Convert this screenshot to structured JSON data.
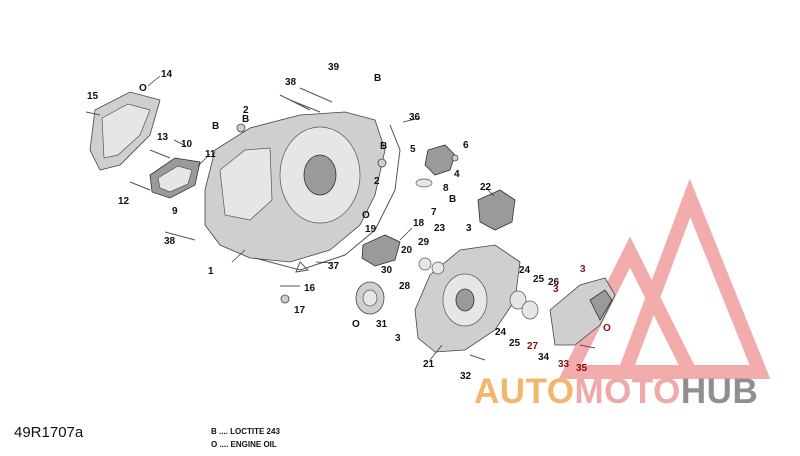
{
  "diagram_id": "49R1707a",
  "legend": {
    "b": "B .... LOCTITE 243",
    "o": "O .... ENGINE OIL"
  },
  "watermark": {
    "part1": "AUTO",
    "part2": "MOTO",
    "part3": "HUB"
  },
  "callouts": {
    "c1": "1",
    "c2a": "2",
    "c2b": "2",
    "c3a": "3",
    "c3b": "3",
    "c3c": "3",
    "c3d": "3",
    "c4": "4",
    "c5": "5",
    "c6": "6",
    "c7": "7",
    "c8": "8",
    "c9": "9",
    "c10": "10",
    "c11": "11",
    "c12": "12",
    "c13": "13",
    "c14": "14",
    "c15": "15",
    "c16": "16",
    "c17": "17",
    "c18": "18",
    "c19": "19",
    "c20": "20",
    "c21": "21",
    "c22": "22",
    "c23": "23",
    "c24a": "24",
    "c24b": "24",
    "c25a": "25",
    "c25b": "25",
    "c26": "26",
    "c27": "27",
    "c28": "28",
    "c29": "29",
    "c30": "30",
    "c31": "31",
    "c32": "32",
    "c33": "33",
    "c34": "34",
    "c35": "35",
    "c36": "36",
    "c37": "37",
    "c38a": "38",
    "c38b": "38",
    "c39": "39",
    "bA": "B",
    "bB": "B",
    "bC": "B",
    "bD": "B",
    "bE": "B",
    "oA": "O",
    "oB": "O",
    "oC": "O",
    "oD": "O"
  }
}
